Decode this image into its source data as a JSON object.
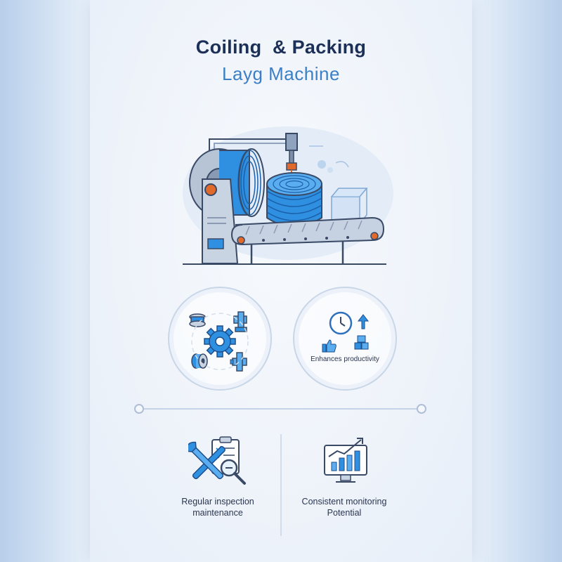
{
  "title": {
    "line1": "Coiling  & Packing",
    "line2": "Layg Machine"
  },
  "features": {
    "left_circle": {
      "icons": [
        "spool-icon",
        "pipe-fitting-icon",
        "gear-icon",
        "coil-icon",
        "pipe-fitting-icon"
      ]
    },
    "right_circle": {
      "label": "Enhances productivity",
      "icons": [
        "clock-icon",
        "up-arrow-icon",
        "thumbs-up-icon",
        "boxes-icon"
      ]
    }
  },
  "bottom": {
    "left": {
      "icon": "wrench-screwdriver-checklist-icon",
      "line1": "Regular inspection",
      "line2": "maintenance"
    },
    "right": {
      "icon": "monitor-growth-chart-icon",
      "line1": "Consistent monitoring",
      "line2": "Potential"
    }
  },
  "colors": {
    "title_dark": "#1c2f57",
    "title_blue": "#3b7fc6",
    "accent_blue": "#2f8fe0",
    "line_dark": "#3a4a66",
    "orange": "#e06a2c"
  }
}
